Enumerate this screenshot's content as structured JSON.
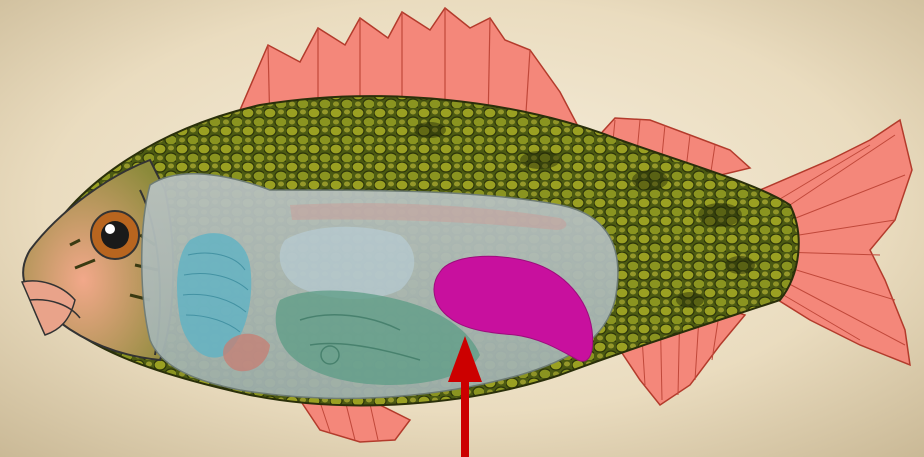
{
  "diagram": {
    "subject": "fish anatomy",
    "highlighted_organ": "swim-bladder",
    "indicator": "arrow-up"
  },
  "colors": {
    "background_light": "#f3ead7",
    "background_dark": "#c9b895",
    "fin": "#f4877a",
    "fin_ray": "#b33b2c",
    "scale_dark": "#2f3a0c",
    "scale_light": "#a7a92a",
    "cutaway_body": "#aab8b5",
    "gills": "#5fb3c4",
    "gut": "#5c9c86",
    "highlight": "#c8109e",
    "arrow": "#cc0000",
    "head": "#e39a7c"
  }
}
